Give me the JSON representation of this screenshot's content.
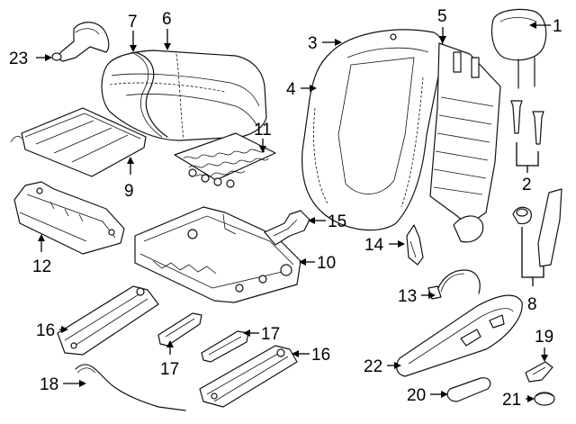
{
  "callouts": {
    "c1": "1",
    "c2": "2",
    "c3": "3",
    "c4": "4",
    "c5": "5",
    "c6": "6",
    "c7": "7",
    "c8": "8",
    "c9": "9",
    "c10": "10",
    "c11": "11",
    "c12": "12",
    "c13": "13",
    "c14": "14",
    "c15": "15",
    "c16a": "16",
    "c16b": "16",
    "c17a": "17",
    "c17b": "17",
    "c18": "18",
    "c19": "19",
    "c20": "20",
    "c21": "21",
    "c22": "22",
    "c23": "23"
  }
}
